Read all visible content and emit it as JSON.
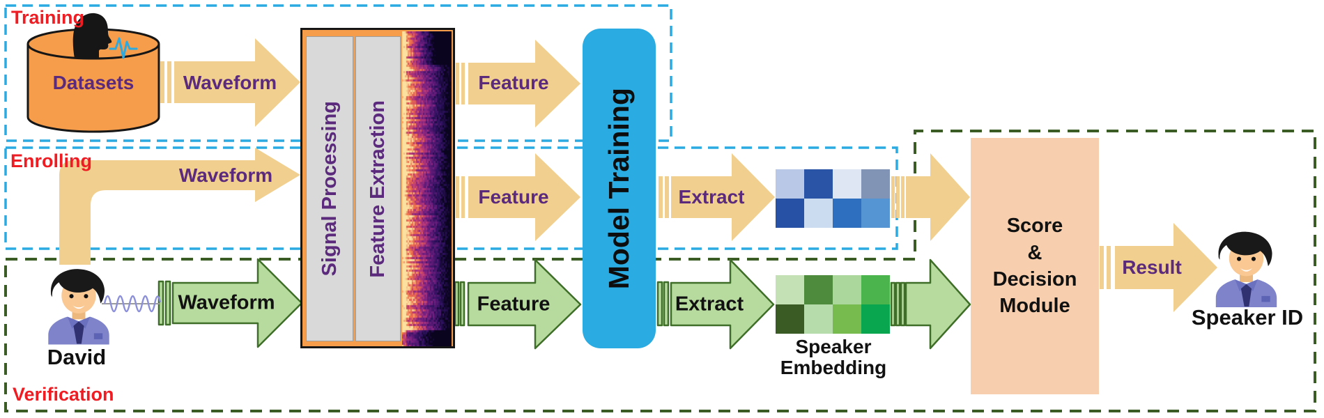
{
  "sections": {
    "training": {
      "label": "Training"
    },
    "enrolling": {
      "label": "Enrolling"
    },
    "verification": {
      "label": "Verification"
    }
  },
  "nodes": {
    "datasets": {
      "label": "Datasets"
    },
    "signal_processing": {
      "label": "Signal Processing"
    },
    "feature_extraction": {
      "label": "Feature Extraction"
    },
    "model_training": {
      "label": "Model Training"
    },
    "score_decision": {
      "label": "Score\n&\nDecision\nModule"
    },
    "speaker_embedding": {
      "label": "Speaker\nEmbedding"
    },
    "david": {
      "label": "David"
    },
    "speaker_id": {
      "label": "Speaker ID"
    }
  },
  "arrows": {
    "training_waveform": {
      "label": "Waveform"
    },
    "enrolling_waveform": {
      "label": "Waveform"
    },
    "verification_waveform": {
      "label": "Waveform"
    },
    "training_feature": {
      "label": "Feature"
    },
    "enrolling_feature": {
      "label": "Feature"
    },
    "verification_feature": {
      "label": "Feature"
    },
    "enrolling_extract": {
      "label": "Extract"
    },
    "verification_extract": {
      "label": "Extract"
    },
    "result": {
      "label": "Result"
    }
  },
  "embeddings": {
    "enrolled_blue": [
      [
        "#b9c8e6",
        "#2a55a6",
        "#dee5f3",
        "#8294b5"
      ],
      [
        "#2751a5",
        "#cbdbf0",
        "#2e70bf",
        "#5595d3"
      ]
    ],
    "test_green": [
      [
        "#c4e1b6",
        "#4f8b3c",
        "#abd79d",
        "#4cb44c"
      ],
      [
        "#3a5b24",
        "#b6dcab",
        "#77bb4e",
        "#0aa64f"
      ]
    ]
  },
  "colors": {
    "section_outline_blue": "#2baae2",
    "section_outline_green": "#3c5c26",
    "section_label_red": "#ee1d23",
    "label_purple": "#5b2a7d",
    "arrow_yellow": "#f1cf8e",
    "arrow_green_fill": "#b7db9e",
    "arrow_green_stroke": "#3e6e28",
    "orange_box": "#f59d4b",
    "panel_gray": "#d9d9d9",
    "model_training_blue": "#2aabe2",
    "score_module_peach": "#f8cfae",
    "avatar_shirt": "#7e83ca",
    "avatar_tie": "#2f3170",
    "avatar_skin": "#f9c893",
    "avatar_hair": "#191919",
    "pulse_icon_blue": "#2baae2",
    "sine_wave_purple": "#8b8fd9"
  }
}
